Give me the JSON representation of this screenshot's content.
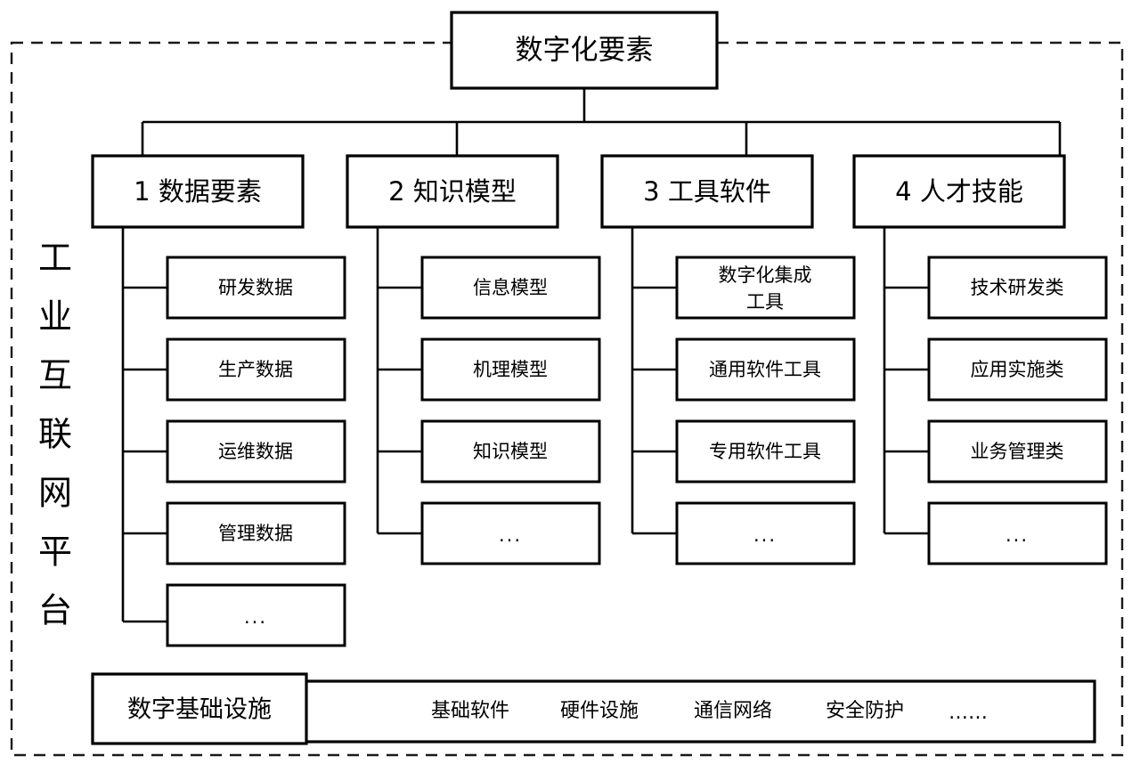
{
  "diagram": {
    "title_box": {
      "label": "数字化要素"
    },
    "side_label": {
      "text": "工业互联网平台",
      "chars": [
        "工",
        "业",
        "互",
        "联",
        "网",
        "平",
        "台"
      ]
    },
    "categories": [
      {
        "label": "1 数据要素",
        "children": [
          {
            "label": "研发数据"
          },
          {
            "label": "生产数据"
          },
          {
            "label": "运维数据"
          },
          {
            "label": "管理数据"
          },
          {
            "label": "..."
          }
        ]
      },
      {
        "label": "2 知识模型",
        "children": [
          {
            "label": "信息模型"
          },
          {
            "label": "机理模型"
          },
          {
            "label": "知识模型"
          },
          {
            "label": "..."
          }
        ]
      },
      {
        "label": "3 工具软件",
        "children": [
          {
            "label": "数字化集成\n工具",
            "line1": "数字化集成",
            "line2": "工具"
          },
          {
            "label": "通用软件工具"
          },
          {
            "label": "专用软件工具"
          },
          {
            "label": "..."
          }
        ]
      },
      {
        "label": "4 人才技能",
        "children": [
          {
            "label": "技术研发类"
          },
          {
            "label": "应用实施类"
          },
          {
            "label": "业务管理类"
          },
          {
            "label": "..."
          }
        ]
      }
    ],
    "infrastructure": {
      "label": "数字基础设施",
      "items": [
        "基础软件",
        "硬件设施",
        "通信网络",
        "安全防护",
        "……"
      ]
    },
    "colors": {
      "stroke": "#000000",
      "frame": "#1a1a1a",
      "background": "#ffffff",
      "text": "#000000"
    }
  }
}
